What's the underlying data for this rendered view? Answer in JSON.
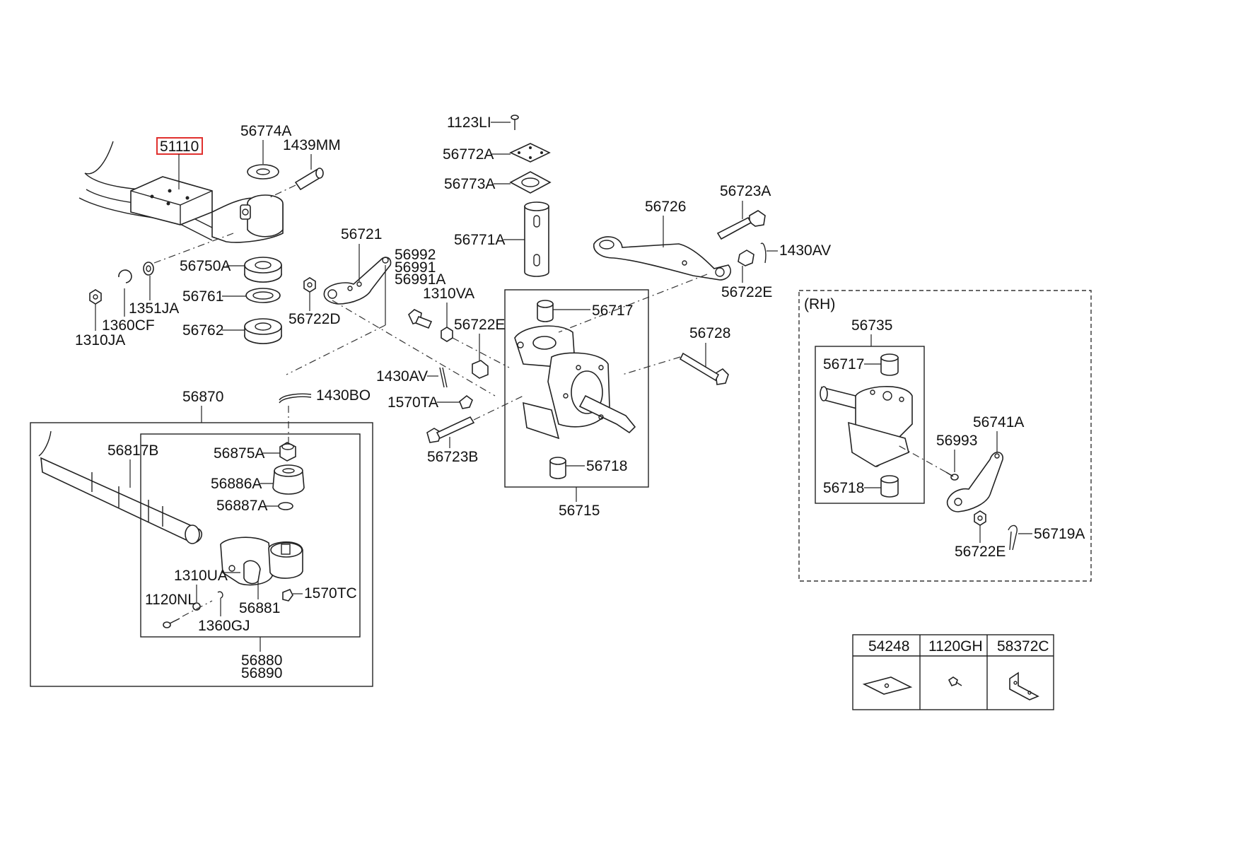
{
  "labels": {
    "p51110": "51110",
    "p56774A": "56774A",
    "p1439MM": "1439MM",
    "p56750A": "56750A",
    "p56761": "56761",
    "p56762": "56762",
    "p1351JA": "1351JA",
    "p1360CF": "1360CF",
    "p1310JA": "1310JA",
    "p1123LI": "1123LI",
    "p56772A": "56772A",
    "p56773A": "56773A",
    "p56771A": "56771A",
    "p56721": "56721",
    "p56992": "56992",
    "p56991": "56991",
    "p56991A": "56991A",
    "p1310VA": "1310VA",
    "p56722D": "56722D",
    "p56722E_a": "56722E",
    "p1430AV_a": "1430AV",
    "p1570TA": "1570TA",
    "p56723B": "56723B",
    "p1430BO": "1430BO",
    "p56726": "56726",
    "p56723A": "56723A",
    "p1430AV_b": "1430AV",
    "p56722E_b": "56722E",
    "p56717": "56717",
    "p56728": "56728",
    "p56718": "56718",
    "p56715": "56715",
    "p56870": "56870",
    "p56817B": "56817B",
    "p56875A": "56875A",
    "p56886A": "56886A",
    "p56887A": "56887A",
    "p1310UA": "1310UA",
    "p1120NL": "1120NL",
    "p56881": "56881",
    "p1570TC": "1570TC",
    "p1360GJ": "1360GJ",
    "p56880": "56880",
    "p56890": "56890",
    "rh": "(RH)",
    "p56735": "56735",
    "p56717_rh": "56717",
    "p56718_rh": "56718",
    "p56993": "56993",
    "p56741A": "56741A",
    "p56722E_rh": "56722E",
    "p56719A": "56719A"
  },
  "legend_table": {
    "columns": [
      "54248",
      "1120GH",
      "58372C"
    ]
  },
  "highlight": {
    "part": "51110",
    "color": "#e0302e"
  }
}
